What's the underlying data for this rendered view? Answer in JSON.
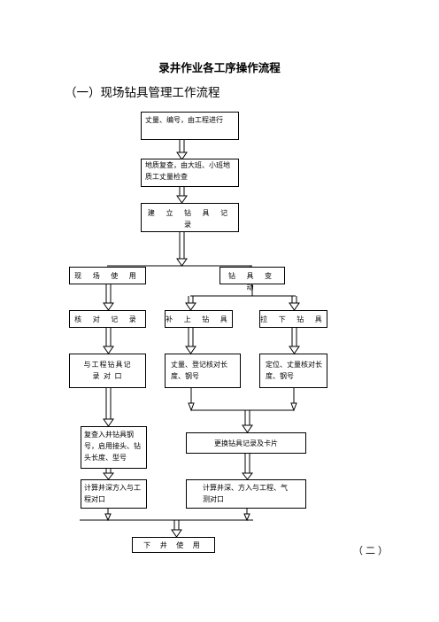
{
  "title": "录井作业各工序操作流程",
  "subtitle": "（一）现场钻具管理工作流程",
  "footer": "（二）",
  "nodes": {
    "measure": "丈量、编号，由工程进行",
    "recheck": "地质复查，由大班、小班地质工丈量检查",
    "establish": "建 立 钻 具 记 录",
    "site_use": "现 场 使 用",
    "change": "钻 具 变 动",
    "check_record": "核 对 记 录",
    "add": "补 上 钻 具",
    "remove": "拉 下 钻 具",
    "eng_check": "与工程钻具记 录 对 口",
    "add_detail": "丈量、登记核对长度、钢号",
    "remove_detail": "定位、丈量核对长度、钢号",
    "recheck_steel": "复查入井钻具钢号，启用接头、钻头长度、型号",
    "update_card": "更换钻具记录及卡片",
    "calc_left": "计算井深方入与工程对口",
    "calc_right": "计算井深、方入与工程、气测对口",
    "down_use": "下 井 使 用"
  }
}
